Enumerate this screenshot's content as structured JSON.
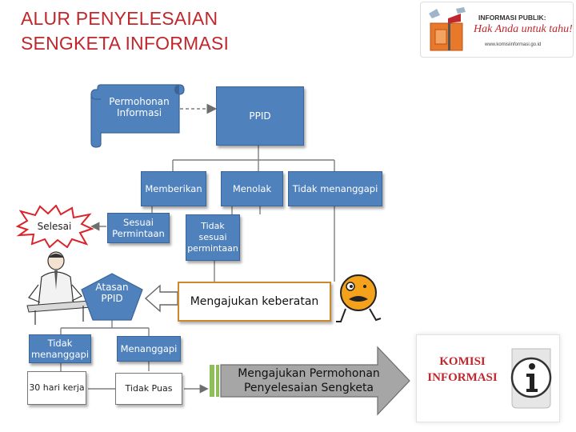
{
  "title": {
    "line1": "ALUR PENYELESAIAN",
    "line2": "SENGKETA INFORMASI"
  },
  "logo": {
    "line1": "INFORMASI PUBLIK:",
    "line2": "Hak Anda untuk tahu!",
    "line3": "www.komisiinformasi.go.id"
  },
  "nodes": {
    "permohonan": "Permohonan Informasi",
    "ppid": "PPID",
    "memberikan": "Memberikan",
    "menolak": "Menolak",
    "tidak_menanggapi_top": "Tidak menanggapi",
    "sesuai": "Sesuai Permintaan",
    "selesai": "Selesai",
    "tidak_sesuai": "Tidak sesuai permintaan",
    "atasan": "Atasan PPID",
    "keberatan": "Mengajukan keberatan",
    "tidak_menanggapi_bottom": "Tidak menanggapi",
    "menanggapi": "Menanggapi",
    "hari": "30 hari kerja",
    "tidak_puas": "Tidak Puas",
    "penyelesaian": "Mengajukan Permohonan Penyelesaian Sengketa",
    "komisi": "KOMISI INFORMASI"
  },
  "icons": {
    "man": "man-at-desk-icon",
    "worried": "worried-face-icon",
    "info": "info-icon"
  },
  "colors": {
    "title": "#c0272d",
    "box": "#4f81bd",
    "arrow": "#7f7f7f",
    "highlight": "#c98a2e",
    "green_arrow": "#8fbf5a",
    "selesai": "#d9242b",
    "komisi": "#c0272d"
  }
}
